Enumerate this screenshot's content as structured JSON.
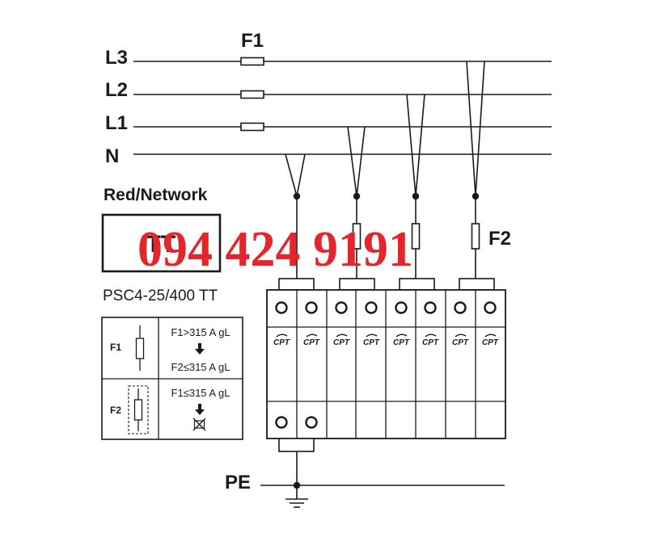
{
  "lines": {
    "l3": "L3",
    "l2": "L2",
    "l1": "L1",
    "n": "N",
    "pe": "PE"
  },
  "fuses": {
    "f1": "F1",
    "f2": "F2"
  },
  "network": {
    "title": "Red/Network",
    "type": "TT"
  },
  "device": {
    "model": "PSC4-25/400 TT",
    "module_brand": "CPT"
  },
  "fuse_table": {
    "row1": {
      "label": "F1",
      "condition": "F1>315 A gL",
      "result": "F2≤315 A gL"
    },
    "row2": {
      "label": "F2",
      "condition": "F1≤315 A gL"
    }
  },
  "watermark": "094 424 9191",
  "colors": {
    "ink": "#1a1a1a",
    "watermark": "#e3262b",
    "background": "#ffffff"
  }
}
